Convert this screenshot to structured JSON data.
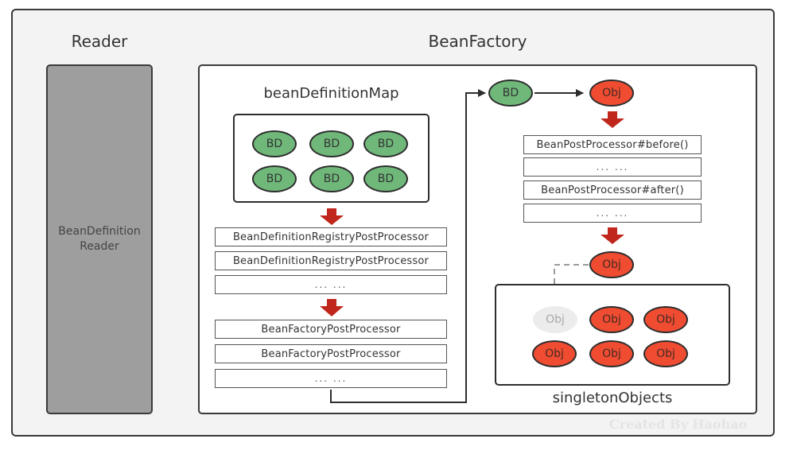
{
  "diagram": {
    "reader": {
      "title": "Reader",
      "box_label": "BeanDefinitionReader"
    },
    "bean_factory": {
      "title": "BeanFactory",
      "bean_definition_map": {
        "title": "beanDefinitionMap",
        "items": [
          "BD",
          "BD",
          "BD",
          "BD",
          "BD",
          "BD"
        ]
      },
      "registry_processors": [
        "BeanDefinitionRegistryPostProcessor",
        "BeanDefinitionRegistryPostProcessor",
        "... ..."
      ],
      "factory_processors": [
        "BeanFactoryPostProcessor",
        "BeanFactoryPostProcessor",
        "... ..."
      ],
      "flow": {
        "bd_node": "BD",
        "obj_node": "Obj",
        "result_obj": "Obj"
      },
      "bean_post_processors": [
        "BeanPostProcessor#before()",
        "... ...",
        "BeanPostProcessor#after()",
        "... ..."
      ],
      "singleton_objects": {
        "title": "singletonObjects",
        "pending_item": "Obj",
        "items": [
          "Obj",
          "Obj",
          "Obj",
          "Obj",
          "Obj"
        ]
      }
    },
    "watermark": "Created By Haohao",
    "colors": {
      "bd_green": "#6fb87a",
      "obj_red": "#ef4c32",
      "arrow_red": "#c0261b",
      "ghost_grey": "#ececec",
      "reader_grey": "#9e9e9e"
    }
  }
}
